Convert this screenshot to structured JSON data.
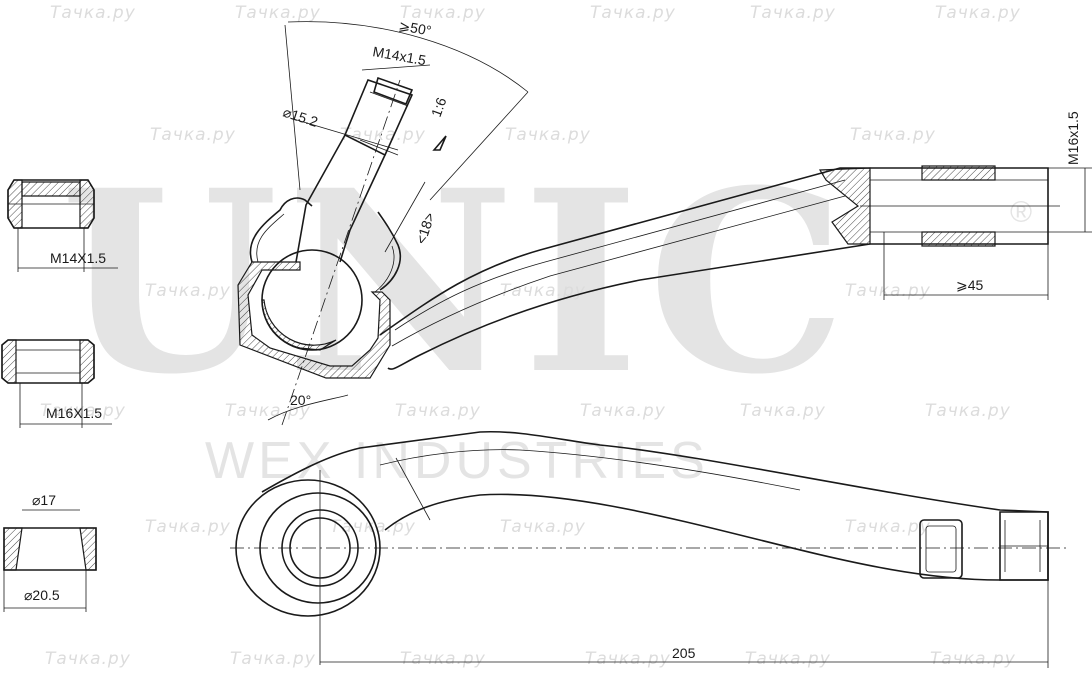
{
  "brand": {
    "logo": "UNIC",
    "tagline": "WEX INDUSTRIES",
    "registered": "®"
  },
  "watermark": "Тачка.ру",
  "dimensions": {
    "angle_top": "⩾50°",
    "thread_pin": "M14x1.5",
    "pin_diameter": "⌀15.2",
    "taper": "1:6",
    "boot_size": "<18>",
    "angle_bottom": "20°",
    "thread_end": "M16x1.5",
    "thread_length": "⩾45",
    "overall_length": "205"
  },
  "parts": {
    "nut_small_label": "M14X1.5",
    "nut_large_label": "M16X1.5",
    "bushing_top": "⌀17",
    "bushing_bottom": "⌀20.5"
  }
}
